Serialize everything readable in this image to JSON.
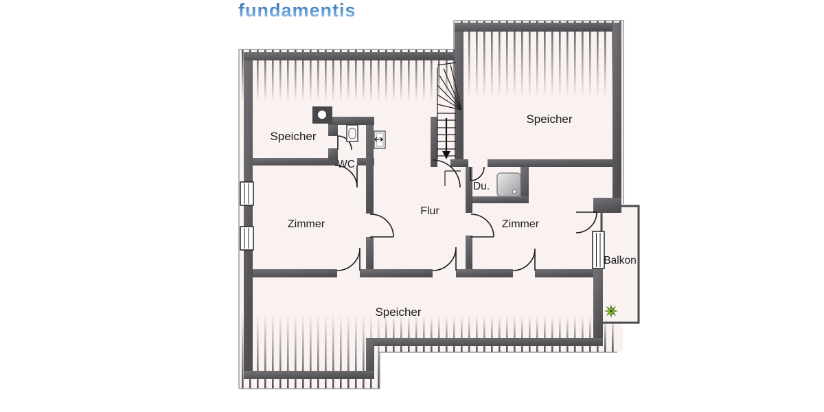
{
  "logo": {
    "text": "fundamentis",
    "color_top": "#255e9e",
    "color_bottom": "#a6cdf0"
  },
  "floor_plan": {
    "labels": {
      "speicher_top_left": "Speicher",
      "speicher_top_right": "Speicher",
      "wc": "WC",
      "shower_room": "Du.",
      "hallway": "Flur",
      "room_left": "Zimmer",
      "room_right": "Zimmer",
      "balcony": "Balkon",
      "speicher_bottom": "Speicher"
    },
    "colors": {
      "wall": "#57575a",
      "room_fill": "#faf1f1",
      "roof_hatch": "#4d4d50",
      "plant_green": "#85b93c"
    },
    "icons": [
      "stairs-icon",
      "down-arrow-icon",
      "chimney-icon",
      "toilet-icon",
      "roof-window-icon",
      "shower-tray-icon",
      "window-icon",
      "door-arc-icon",
      "plant-icon"
    ]
  }
}
